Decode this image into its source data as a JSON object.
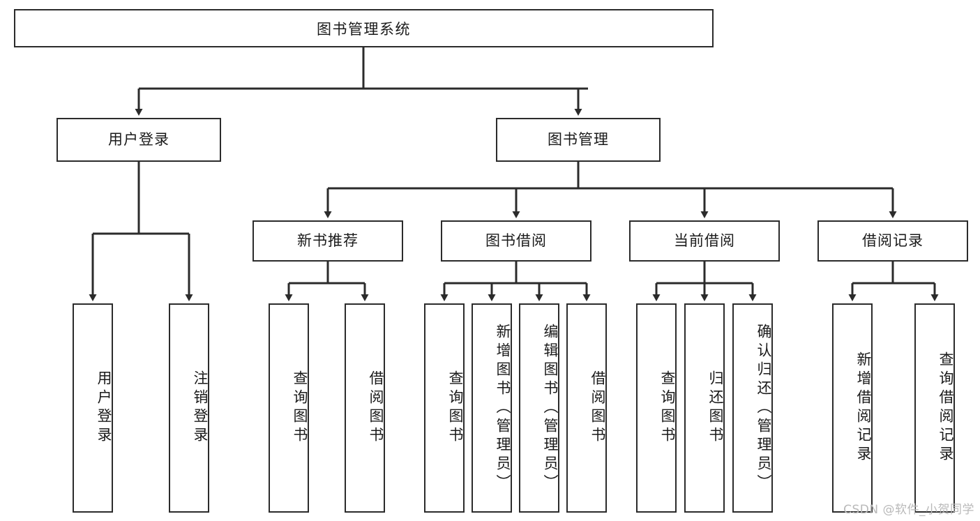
{
  "diagram": {
    "title": "图书管理系统",
    "type": "tree-hierarchy",
    "watermark": "CSDN @软件_小贺同学",
    "colors": {
      "stroke": "#2b2b2b",
      "fill": "#ffffff",
      "text": "#1a1a1a",
      "watermark": "#b9b9b9"
    },
    "root": {
      "label": "图书管理系统"
    },
    "level1": [
      {
        "id": "user-login",
        "label": "用户登录"
      },
      {
        "id": "book-manage",
        "label": "图书管理"
      }
    ],
    "level2": [
      {
        "id": "new-book-rec",
        "label": "新书推荐",
        "parent": "book-manage"
      },
      {
        "id": "book-borrow",
        "label": "图书借阅",
        "parent": "book-manage"
      },
      {
        "id": "current-borrow",
        "label": "当前借阅",
        "parent": "book-manage"
      },
      {
        "id": "borrow-record",
        "label": "借阅记录",
        "parent": "book-manage"
      }
    ],
    "leaves": [
      {
        "id": "leaf-user-login",
        "label": "用户登录",
        "parent": "user-login"
      },
      {
        "id": "leaf-logout-login",
        "label": "注销登录",
        "parent": "user-login"
      },
      {
        "id": "leaf-query-book-1",
        "label": "查询图书",
        "parent": "new-book-rec"
      },
      {
        "id": "leaf-borrow-book-1",
        "label": "借阅图书",
        "parent": "new-book-rec"
      },
      {
        "id": "leaf-query-book-2",
        "label": "查询图书",
        "parent": "book-borrow"
      },
      {
        "id": "leaf-add-book",
        "label": "新增图书（管理员）",
        "parent": "book-borrow"
      },
      {
        "id": "leaf-edit-book",
        "label": "编辑图书（管理员）",
        "parent": "book-borrow"
      },
      {
        "id": "leaf-borrow-book-2",
        "label": "借阅图书",
        "parent": "book-borrow"
      },
      {
        "id": "leaf-query-book-3",
        "label": "查询图书",
        "parent": "current-borrow"
      },
      {
        "id": "leaf-return-book",
        "label": "归还图书",
        "parent": "current-borrow"
      },
      {
        "id": "leaf-confirm-return",
        "label": "确认归还（管理员）",
        "parent": "current-borrow"
      },
      {
        "id": "leaf-add-record",
        "label": "新增借阅记录",
        "parent": "borrow-record"
      },
      {
        "id": "leaf-query-record",
        "label": "查询借阅记录",
        "parent": "borrow-record"
      }
    ]
  }
}
